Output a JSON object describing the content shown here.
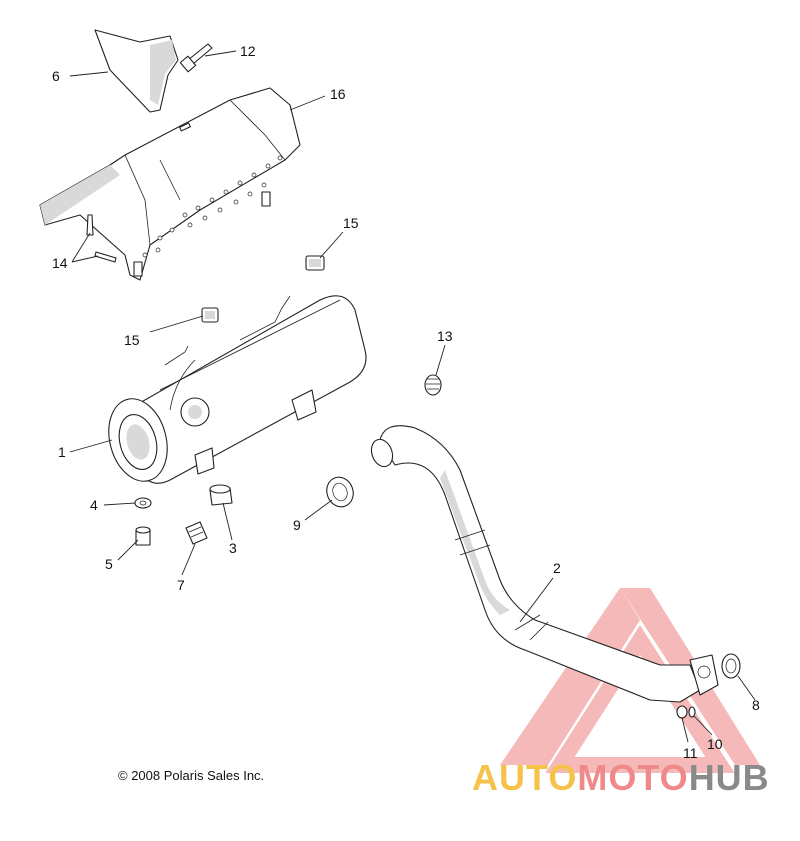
{
  "callouts": [
    {
      "id": "6",
      "text": "6"
    },
    {
      "id": "12",
      "text": "12"
    },
    {
      "id": "16",
      "text": "16"
    },
    {
      "id": "14",
      "text": "14"
    },
    {
      "id": "15a",
      "text": "15"
    },
    {
      "id": "15b",
      "text": "15"
    },
    {
      "id": "13",
      "text": "13"
    },
    {
      "id": "1",
      "text": "1"
    },
    {
      "id": "4",
      "text": "4"
    },
    {
      "id": "5",
      "text": "5"
    },
    {
      "id": "7",
      "text": "7"
    },
    {
      "id": "3",
      "text": "3"
    },
    {
      "id": "9",
      "text": "9"
    },
    {
      "id": "2",
      "text": "2"
    },
    {
      "id": "8",
      "text": "8"
    },
    {
      "id": "10",
      "text": "10"
    },
    {
      "id": "11",
      "text": "11"
    }
  ],
  "copyright": "© 2008 Polaris Sales Inc.",
  "watermark": {
    "part1": "AUTO",
    "part2": "MOTO",
    "part3": "HUB"
  },
  "colors": {
    "watermark_red": "#f08080",
    "watermark_yellow": "#f6c24a",
    "watermark_gray": "#8a8a8a"
  }
}
